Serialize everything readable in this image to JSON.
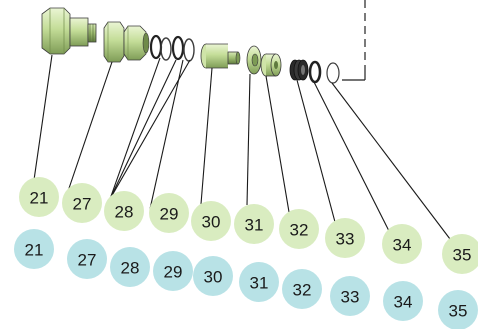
{
  "colors": {
    "part_light": "#d9ebb8",
    "part_mid": "#b5d48a",
    "part_dark": "#7d9b55",
    "outline": "#3c3c3c",
    "balloon_green": "#d9ecc0",
    "balloon_blue": "#b8e2e6",
    "leader": "#1a1a1a",
    "oring_black": "#222222"
  },
  "callouts_top": [
    "21",
    "27",
    "28",
    "29",
    "30",
    "31",
    "32",
    "33",
    "34",
    "35"
  ],
  "callouts_bottom": [
    "21",
    "27",
    "28",
    "29",
    "30",
    "31",
    "32",
    "33",
    "34",
    "35"
  ]
}
